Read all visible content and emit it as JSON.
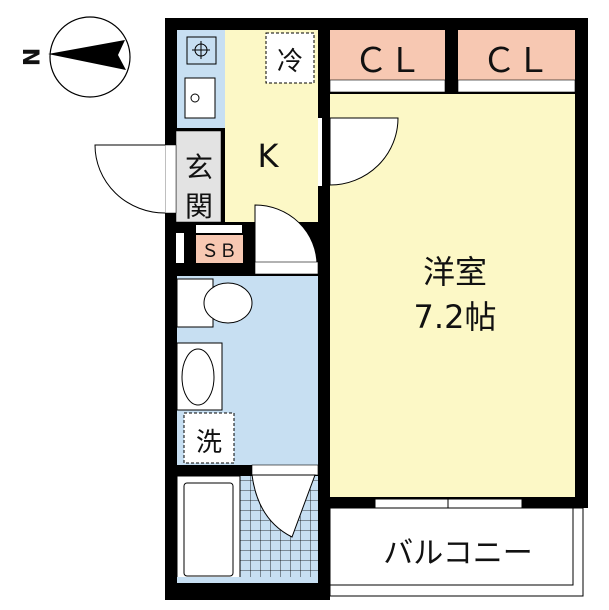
{
  "compass": {
    "label": "N"
  },
  "rooms": {
    "kitchen": "K",
    "refrigerator": "冷",
    "entrance_line1": "玄",
    "entrance_line2": "関",
    "shoe_box": "ＳＢ",
    "closet_1": "ＣＬ",
    "closet_2": "ＣＬ",
    "western_room": "洋室",
    "western_room_size": "7.2帖",
    "washer": "洗",
    "balcony": "バルコニー"
  },
  "colors": {
    "wall": "#000000",
    "wet_area": "#c7dff2",
    "room_floor": "#fcf8c6",
    "closet": "#f7c8b2",
    "entrance": "#e3e3e3"
  }
}
